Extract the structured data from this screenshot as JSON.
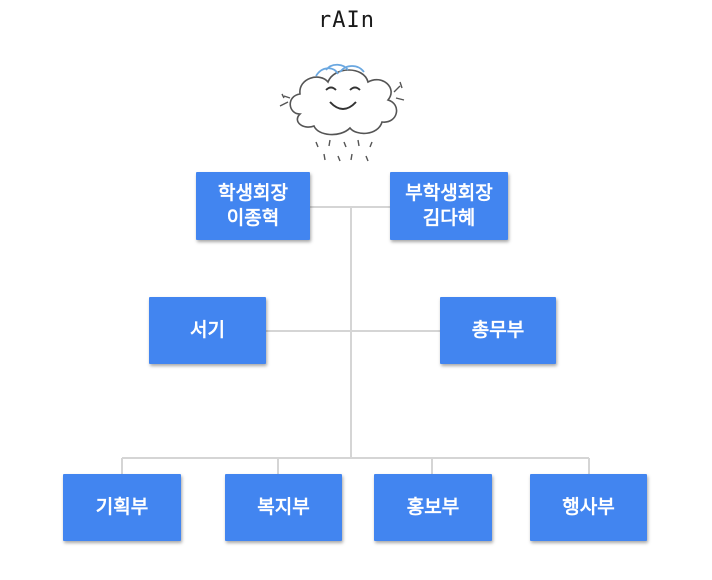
{
  "logo": {
    "text": "rAIn",
    "icon": "rain-cloud-icon"
  },
  "org_chart": {
    "president": {
      "title": "학생회장",
      "name": "이종혁"
    },
    "vice_president": {
      "title": "부학생회장",
      "name": "김다혜"
    },
    "secretary": {
      "label": "서기"
    },
    "general_affairs": {
      "label": "총무부"
    },
    "departments": [
      {
        "label": "기획부"
      },
      {
        "label": "복지부"
      },
      {
        "label": "홍보부"
      },
      {
        "label": "행사부"
      }
    ]
  },
  "colors": {
    "box": "#4285f0",
    "box_text": "#ffffff",
    "line": "#d5d5d5"
  }
}
